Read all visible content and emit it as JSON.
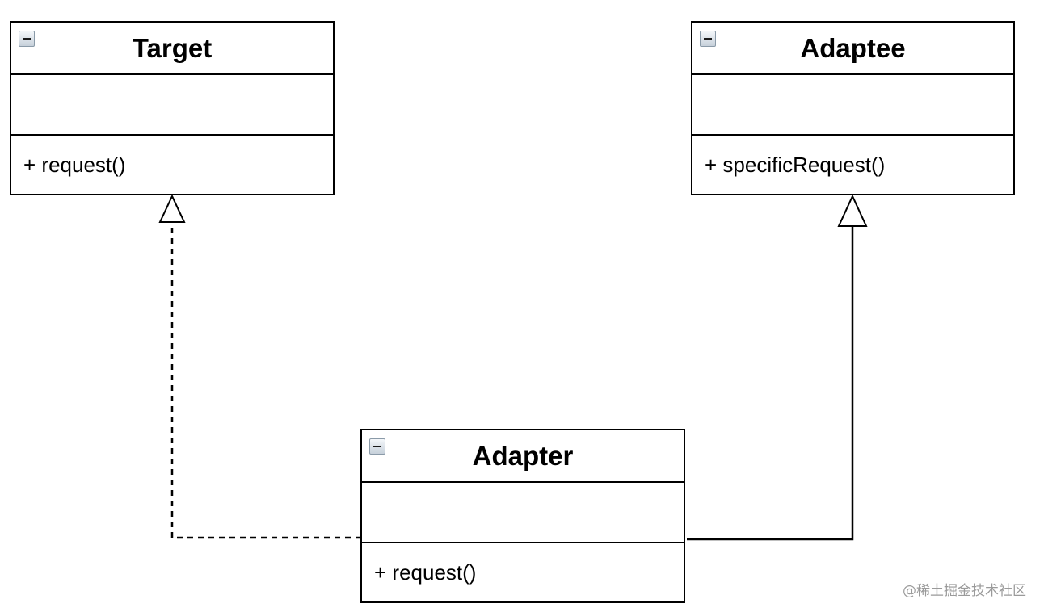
{
  "classes": {
    "target": {
      "name": "Target",
      "attributes": [],
      "operations": [
        "+ request()"
      ]
    },
    "adaptee": {
      "name": "Adaptee",
      "attributes": [],
      "operations": [
        "+ specificRequest()"
      ]
    },
    "adapter": {
      "name": "Adapter",
      "attributes": [],
      "operations": [
        "+ request()"
      ]
    }
  },
  "relationships": [
    {
      "from": "Adapter",
      "to": "Target",
      "type": "realization",
      "line": "dashed",
      "arrowhead": "hollow-triangle"
    },
    {
      "from": "Adapter",
      "to": "Adaptee",
      "type": "generalization",
      "line": "solid",
      "arrowhead": "hollow-triangle"
    }
  ],
  "icons": {
    "collapse": "collapse-minus-icon"
  },
  "colors": {
    "line": "#000000",
    "background": "#ffffff",
    "watermark": "#9a9a9a"
  },
  "watermark": "@稀土掘金技术社区"
}
